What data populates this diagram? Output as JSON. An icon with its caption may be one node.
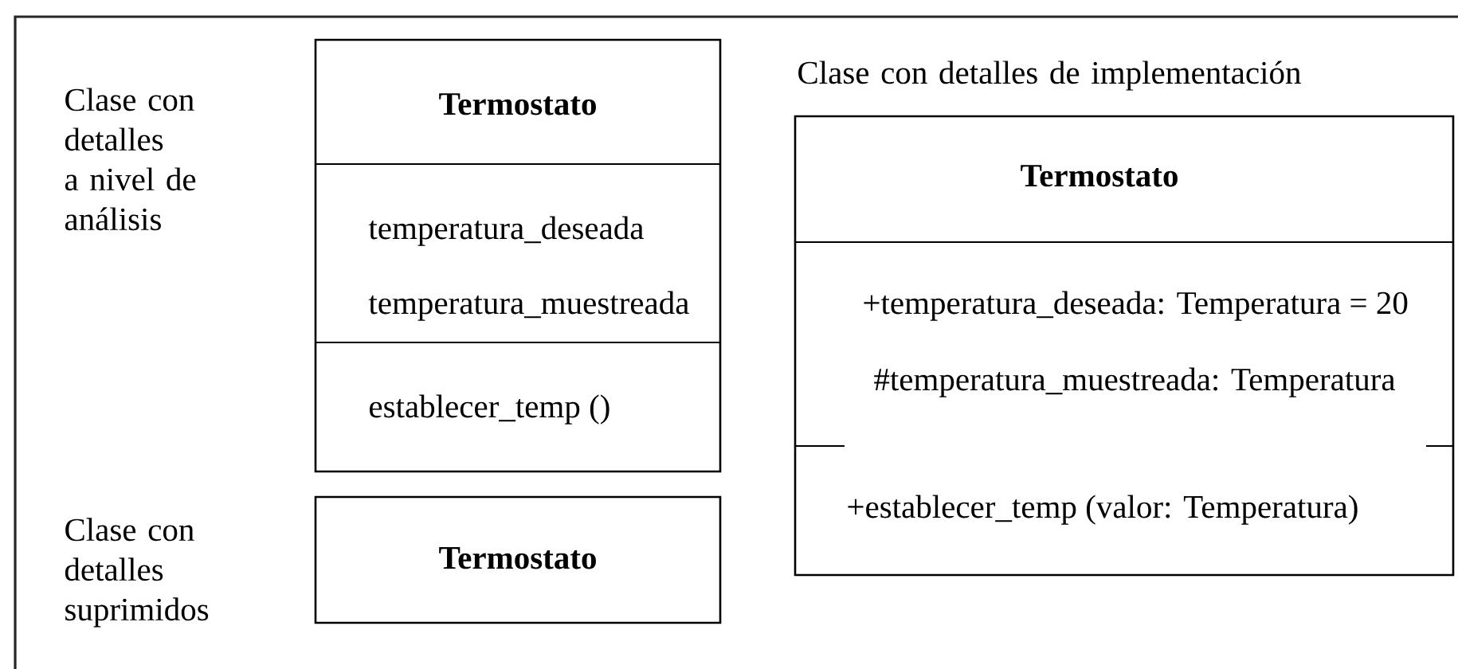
{
  "diagram": {
    "nodes": [
      {
        "text": [
          "Termostato",
          "temperatura_deseada",
          "temperatura_muestreada",
          "establecer_temp ()"
        ],
        "beside": [
          "Clase con detalles a nivel de análisis"
        ]
      },
      {
        "text": [
          "Termostato",
          "+temperatura_deseada: Temperatura = 20",
          "#temperatura_muestreada: Temperatura",
          "+establecer_temp (valor: Temperatura)"
        ],
        "beside": [
          "Clase con detalles de implementación"
        ]
      },
      {
        "text": [
          "Termostato"
        ],
        "beside": [
          "Clase con detalles suprimidos"
        ]
      }
    ]
  }
}
